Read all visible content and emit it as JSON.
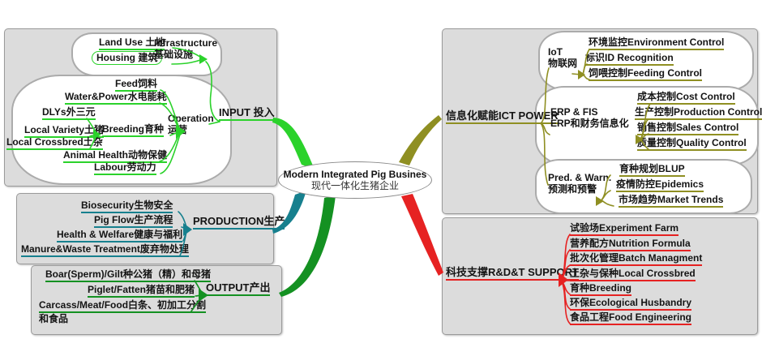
{
  "colors": {
    "input": "#2bd22b",
    "production": "#17808e",
    "output": "#149122",
    "ict": "#8f8f22",
    "rdt": "#e62222"
  },
  "center": {
    "title": "Modern Integrated Pig Busines",
    "subtitle": "现代一体化生猪企业"
  },
  "input": {
    "label": "INPUT 投入",
    "infrastructure": {
      "line1": "Infrastructure",
      "line2": "基础设施",
      "items": [
        "Land Use 土地",
        "Housing 建筑"
      ]
    },
    "operation": {
      "line1": "Operation",
      "line2": "运营",
      "breeding": "Breeding育种",
      "items": [
        "Feed饲料",
        "Water&Power水电能耗",
        "DLYs外三元",
        "Local Variety土猪",
        "Local Crossbred土杂",
        "Animal Health动物保健",
        "Labour劳动力"
      ]
    }
  },
  "production": {
    "label": "PRODUCTION生产",
    "items": [
      "Biosecurity生物安全",
      "Pig Flow生产流程",
      "Health & Welfare健康与福利",
      "Manure&Waste Treatment废弃物处理"
    ]
  },
  "output": {
    "label": "OUTPUT产出",
    "items": [
      "Boar(Sperm)/Gilt种公猪（精）和母猪",
      "Piglet/Fatten猪苗和肥猪"
    ],
    "carcass_line1": "Carcass/Meat/Food白条、初加工分割",
    "carcass_line2": "和食品"
  },
  "ict": {
    "label": "信息化赋能ICT POWER",
    "iot": {
      "line1": "IoT",
      "line2": "物联网",
      "items": [
        "环境监控Environment Control",
        "标识ID Recognition",
        "饲喂控制Feeding Control"
      ]
    },
    "erp": {
      "line1": "ERP & FIS",
      "line2": "ERP和财务信息化",
      "items": [
        "成本控制Cost Control",
        "生产控制Production Control",
        "销售控制Sales Control",
        "质量控制Quality Control"
      ]
    },
    "pred": {
      "line1": "Pred. & Warn.",
      "line2": "预测和预警",
      "items": [
        "育种规划BLUP",
        "疫情防控Epidemics",
        "市场趋势Market Trends"
      ]
    }
  },
  "rdt": {
    "label": "科技支撑R&D&T SUPPORT",
    "items": [
      "试验场Experiment Farm",
      "营养配方Nutrition Formula",
      "批次化管理Batch Managment",
      "土杂与保种Local Crossbred",
      "育种Breeding",
      "环保Ecological Husbandry",
      "食品工程Food Engineering"
    ]
  }
}
